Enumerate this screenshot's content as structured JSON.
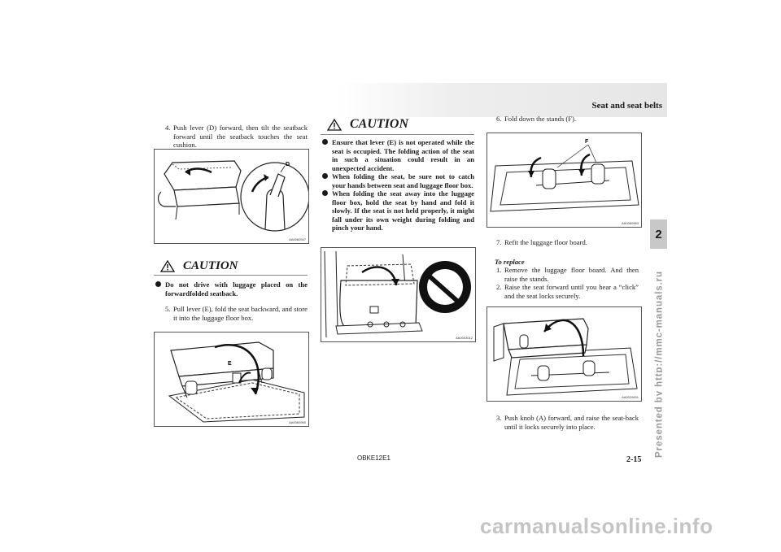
{
  "header": {
    "section_title": "Seat and seat belts"
  },
  "chapter_tab": "2",
  "side_watermark": "Presented by http://mmc-manuals.ru",
  "left_column": {
    "step4": {
      "number": "4.",
      "text": "Push lever (D) forward, then tilt the seatback forward until the seatback touches the seat cushion."
    },
    "figure1": {
      "callout": "D",
      "id": "AA0060947"
    },
    "caution": {
      "title": "CAUTION",
      "items": [
        "Do not drive with luggage placed on the forwardfolded seatback."
      ]
    },
    "step5": {
      "number": "5.",
      "text": "Pull lever (E), fold the seat backward, and store it into the luggage floor box."
    },
    "figure2": {
      "callout": "E",
      "id": "AA0060950"
    }
  },
  "middle_column": {
    "caution": {
      "title": "CAUTION",
      "items": [
        "Ensure that lever (E) is not operated while the seat is occupied. The folding action of the seat in such a situation could result in an unexpected accident.",
        "When folding the seat, be sure not to catch your hands between seat and luggage floor box.",
        "When folding the seat away into the luggage floor box, hold the seat by hand and fold it slowly. If the seat is not held properly, it might fall under its own weight during folding and pinch your hand."
      ]
    },
    "figure3": {
      "id": "AA0003012"
    }
  },
  "right_column": {
    "step6": {
      "number": "6.",
      "text": "Fold down the stands (F)."
    },
    "figure4": {
      "callout": "F",
      "id": "AA0060963"
    },
    "step7": {
      "number": "7.",
      "text": "Refit the luggage floor board."
    },
    "replace_heading": "To replace",
    "replace_steps": [
      {
        "number": "1.",
        "text": "Remove the luggage floor board. And then raise the stands."
      },
      {
        "number": "2.",
        "text": "Raise the seat forward until you hear a “click” and the seat locks securely."
      }
    ],
    "figure5": {
      "id": "AA0020631"
    },
    "replace_step3": {
      "number": "3.",
      "text": "Push knob (A) forward, and raise the seat-back until it locks securely into place."
    }
  },
  "footer": {
    "code": "OBKE12E1",
    "page_number": "2-15"
  },
  "bottom_watermark": "carmanualsonline.info"
}
